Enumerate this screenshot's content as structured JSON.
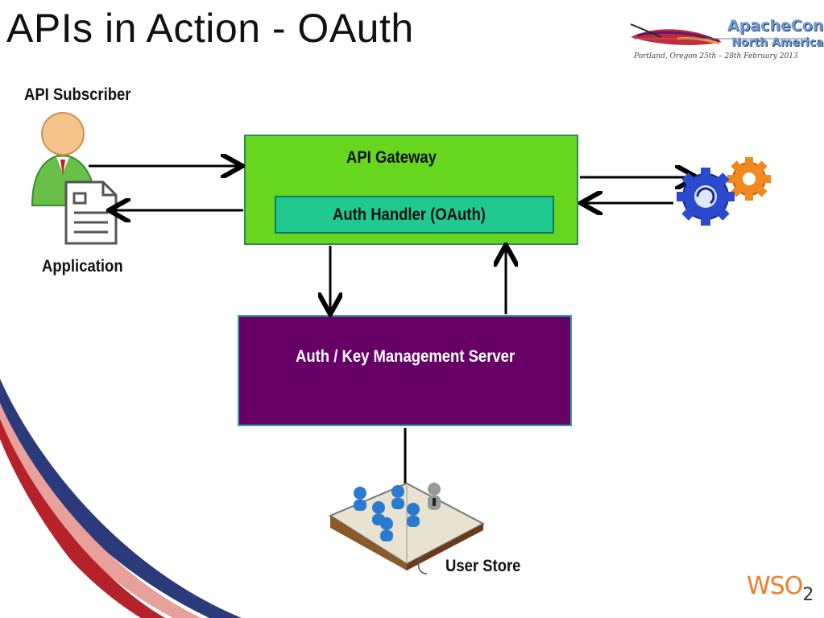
{
  "slide": {
    "title": "APIs in Action - OAuth"
  },
  "labels": {
    "api_subscriber": "API Subscriber",
    "application": "Application",
    "api_gateway": "API Gateway",
    "auth_handler": "Auth Handler (OAuth)",
    "kms": "Auth / Key Management Server",
    "user_store": "User Store"
  },
  "branding": {
    "apachecon_line1": "ApacheCon",
    "apachecon_line2": "North America",
    "apachecon_sub": "Portland, Oregon 25th – 28th February 2013",
    "wso2_main": "WSO",
    "wso2_sub": "2"
  },
  "colors": {
    "gateway": "#66d61e",
    "handler": "#1fc98f",
    "kms": "#660066"
  },
  "icons": [
    "person-icon",
    "document-icon",
    "gears-icon",
    "user-store-book-icon",
    "apache-feather-icon"
  ]
}
